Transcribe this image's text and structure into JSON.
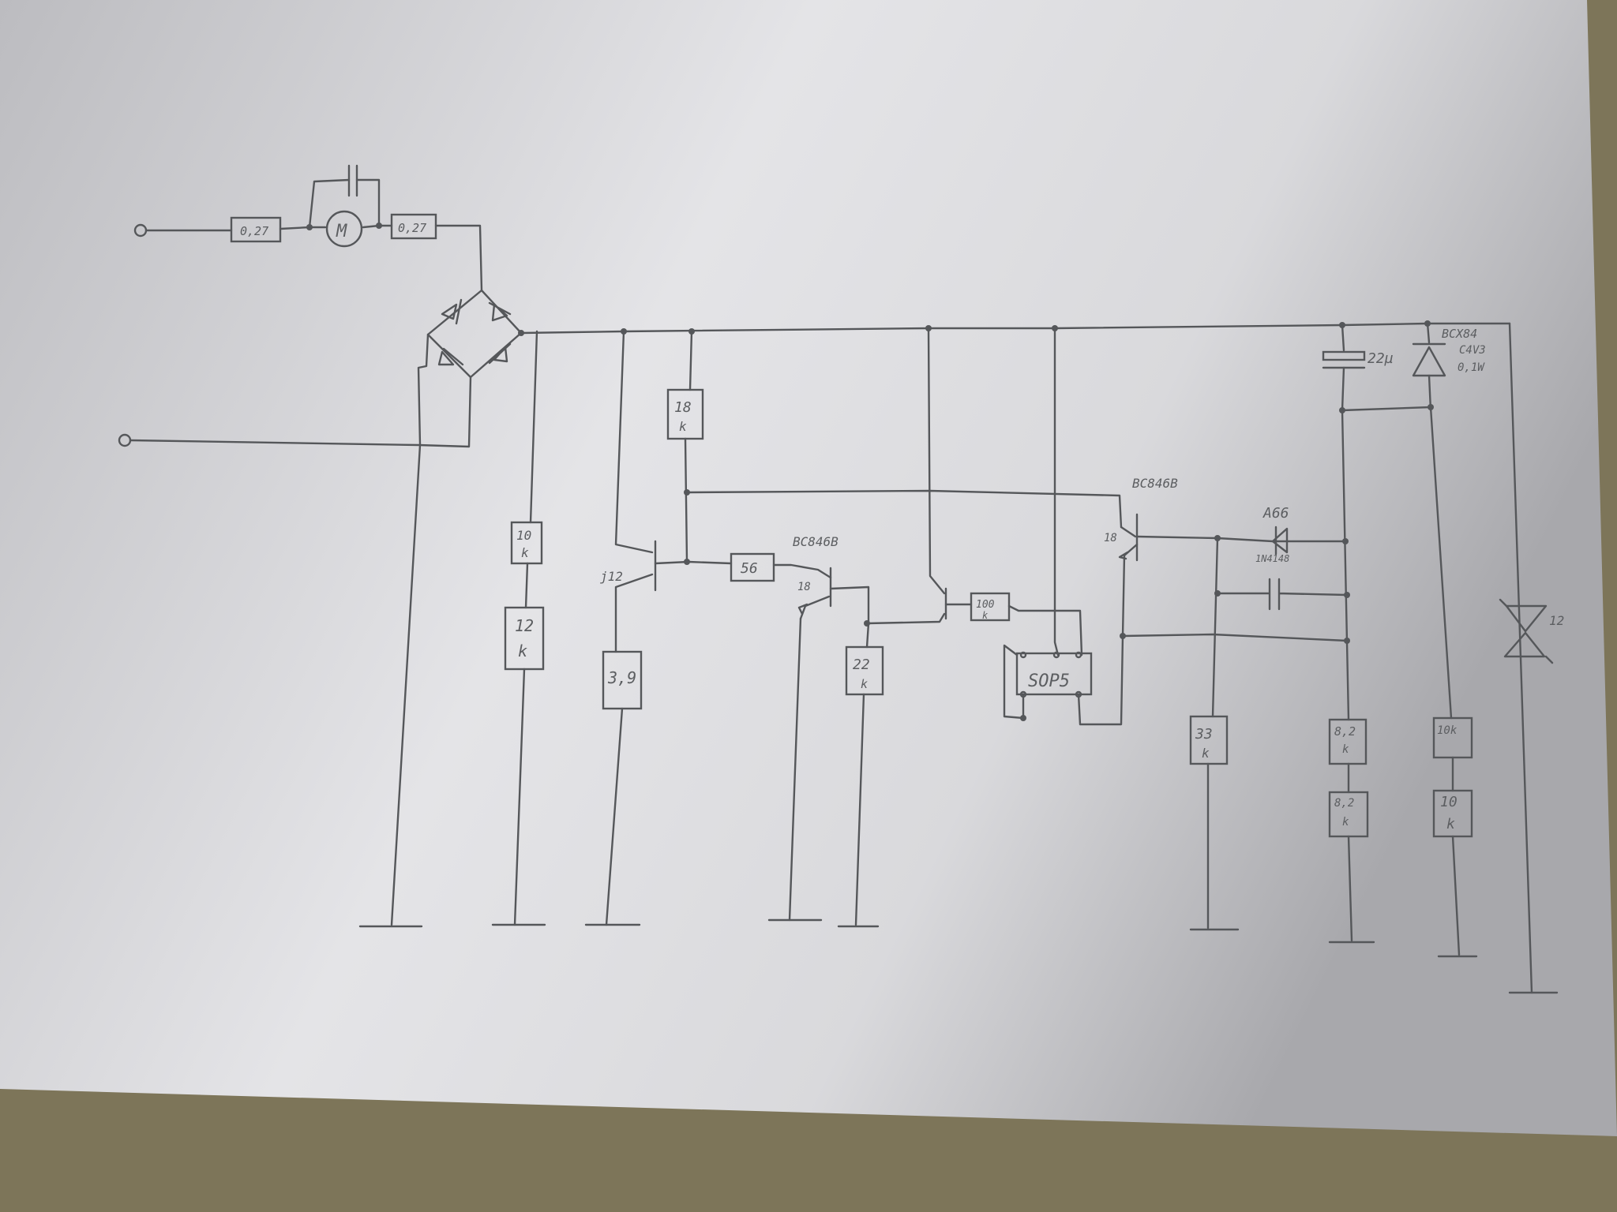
{
  "colors": {
    "paper_light": "#e3e3e6",
    "paper_dark": "#a9a9ad",
    "table": "#7d7559",
    "pencil": "#55575a"
  },
  "labels": {
    "r_top_left": "0,27",
    "motor": "M",
    "r_top_right": "0,27",
    "r_18k_top": "18",
    "r_18k_top_unit": "k",
    "r_10k_left": "10",
    "r_10k_left_unit": "k",
    "r_12k_left": "12",
    "r_12k_left_unit": "k",
    "r_39": "3,9",
    "r_56": "56",
    "q1_name": "j12",
    "q2_name": "BC846B",
    "q2_pin": "18",
    "r_22k": "22",
    "r_22k_unit": "k",
    "r_100k": "100",
    "r_100k_unit": "k",
    "ic": "SOP5",
    "q3_name": "BC846B",
    "q3_pin": "18",
    "d_name": "A66",
    "d_part": "1N4148",
    "r_33k": "33",
    "r_33k_unit": "k",
    "cap": "22µ",
    "reg_part": "BCX84",
    "reg_volt": "C4V3",
    "reg_pow": "0,1W",
    "r_82k": "8,2",
    "r_82k_unit": "k",
    "r_82k_b": "8,2",
    "r_82k_b_unit": "k",
    "r_10k_right": "10k",
    "r_10k_right_b": "10",
    "r_10k_right_b_unit": "k",
    "tvs": "12"
  }
}
